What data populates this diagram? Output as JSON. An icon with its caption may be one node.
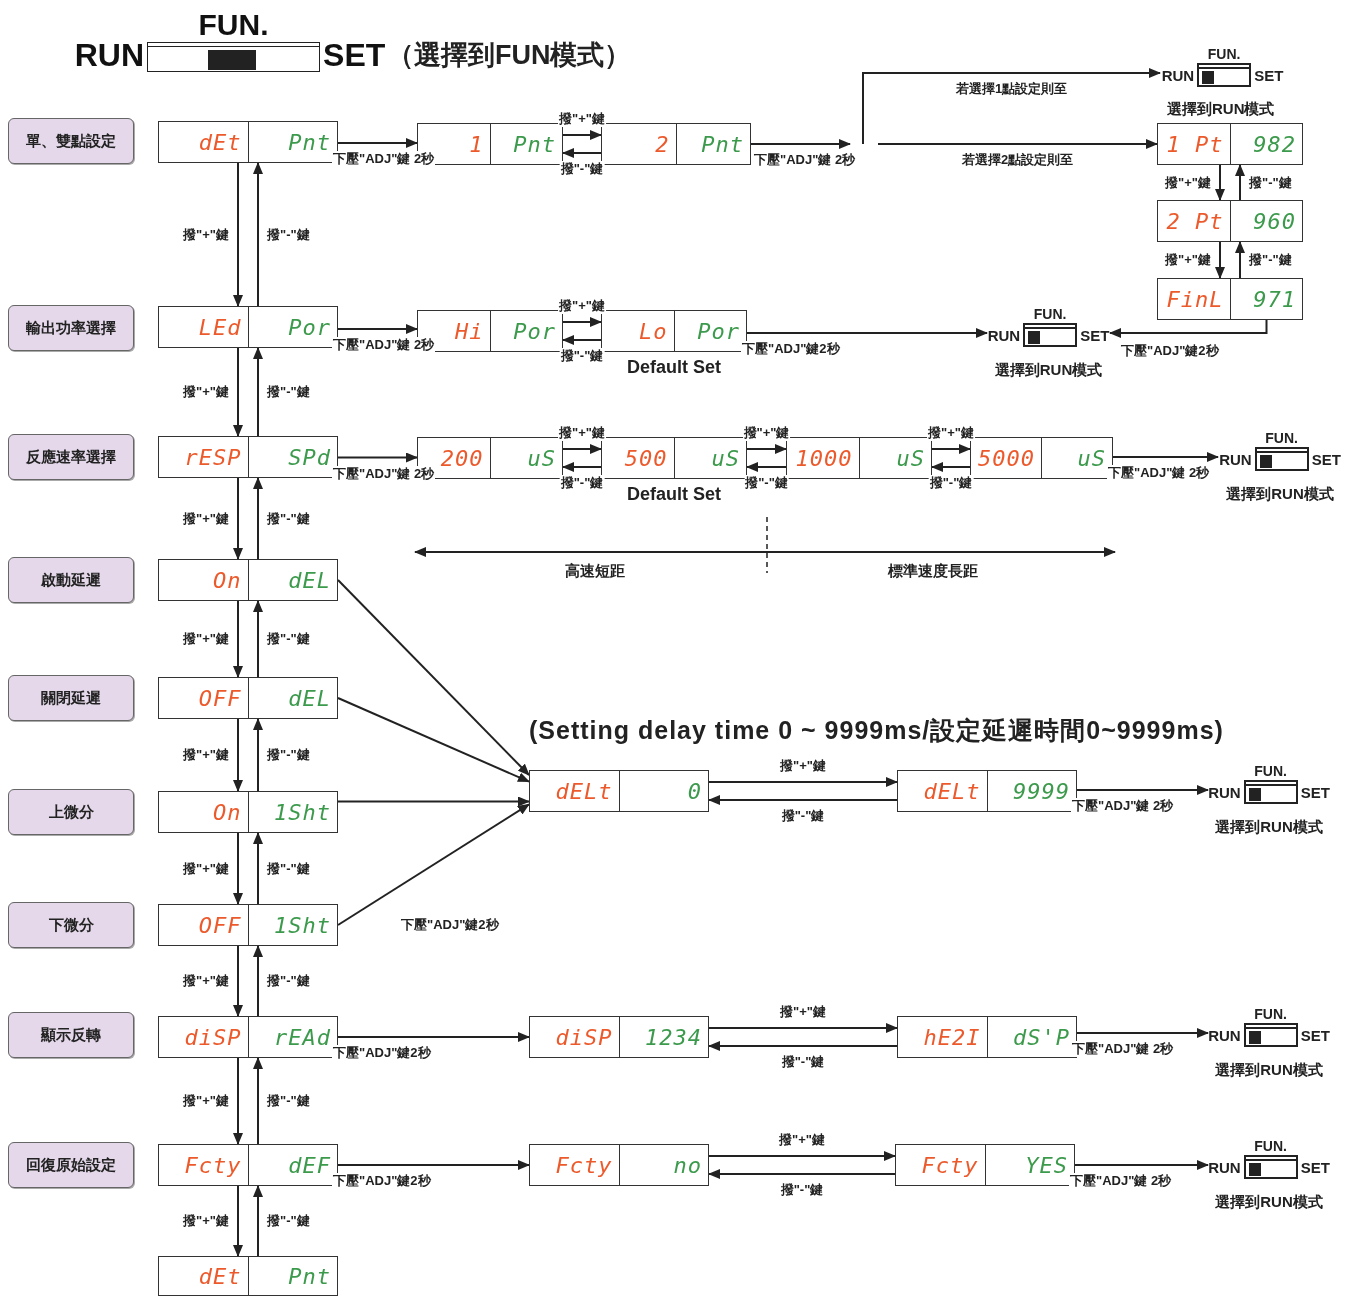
{
  "diagram": {
    "nodes": [
      {
        "text": [
          "FUN.",
          "RUN",
          "SET"
        ],
        "beside": [
          "（選擇到FUN模式）"
        ]
      },
      {
        "text": [
          "單、雙點設定"
        ]
      },
      {
        "text": [
          "dEt",
          "Pnt"
        ]
      },
      {
        "text": [
          "1",
          "Pnt"
        ]
      },
      {
        "text": [
          "2",
          "Pnt"
        ]
      },
      {
        "text": [
          "FUN.",
          "RUN",
          "SET"
        ]
      },
      {
        "text": [
          "1 Pt",
          "982"
        ]
      },
      {
        "text": [
          "2 Pt",
          "960"
        ]
      },
      {
        "text": [
          "FinL",
          "971"
        ]
      },
      {
        "text": [
          "輸出功率選擇"
        ]
      },
      {
        "text": [
          "LEd",
          "Por"
        ]
      },
      {
        "text": [
          "Hi",
          "Por"
        ]
      },
      {
        "text": [
          "Lo",
          "Por"
        ],
        "beside": [
          "Default Set"
        ]
      },
      {
        "text": [
          "FUN.",
          "RUN",
          "SET"
        ],
        "beside": [
          "選擇到RUN模式"
        ]
      },
      {
        "text": [
          "反應速率選擇"
        ]
      },
      {
        "text": [
          "rESP",
          "SPd"
        ]
      },
      {
        "text": [
          "200",
          "uS"
        ]
      },
      {
        "text": [
          "500",
          "uS"
        ],
        "beside": [
          "Default Set"
        ]
      },
      {
        "text": [
          "1000",
          "uS"
        ]
      },
      {
        "text": [
          "5000",
          "uS"
        ]
      },
      {
        "text": [
          "FUN.",
          "RUN",
          "SET"
        ],
        "beside": [
          "選擇到RUN模式"
        ]
      },
      {
        "text": [
          "啟動延遲"
        ]
      },
      {
        "text": [
          "On",
          "dEL"
        ]
      },
      {
        "text": [
          "關閉延遲"
        ]
      },
      {
        "text": [
          "OFF",
          "dEL"
        ]
      },
      {
        "text": [
          "dELt",
          "0"
        ]
      },
      {
        "text": [
          "dELt",
          "9999"
        ]
      },
      {
        "text": [
          "FUN.",
          "RUN",
          "SET"
        ],
        "beside": [
          "選擇到RUN模式"
        ]
      },
      {
        "text": [
          "上微分"
        ]
      },
      {
        "text": [
          "On",
          "1Sht"
        ]
      },
      {
        "text": [
          "下微分"
        ]
      },
      {
        "text": [
          "OFF",
          "1Sht"
        ]
      },
      {
        "text": [
          "顯示反轉"
        ]
      },
      {
        "text": [
          "diSP",
          "rEAd"
        ]
      },
      {
        "text": [
          "diSP",
          "1234"
        ]
      },
      {
        "text": [
          "hE2I",
          "dS'P"
        ]
      },
      {
        "text": [
          "FUN.",
          "RUN",
          "SET"
        ],
        "beside": [
          "選擇到RUN模式"
        ]
      },
      {
        "text": [
          "回復原始設定"
        ]
      },
      {
        "text": [
          "Fcty",
          "dEF"
        ]
      },
      {
        "text": [
          "Fcty",
          "no"
        ]
      },
      {
        "text": [
          "Fcty",
          "YES"
        ]
      },
      {
        "text": [
          "FUN.",
          "RUN",
          "SET"
        ],
        "beside": [
          "選擇到RUN模式"
        ]
      },
      {
        "text": [
          "dEt",
          "Pnt"
        ]
      }
    ],
    "edges": [
      {
        "from": 2,
        "to": 3,
        "arrow": "to",
        "label": "下壓\"ADJ\"鍵 2秒"
      },
      {
        "from": 3,
        "to": 4,
        "arrow": "to",
        "label": "撥\"+\"鍵"
      },
      {
        "from": 4,
        "to": 3,
        "arrow": "to",
        "label": "撥\"-\"鍵"
      },
      {
        "from": 4,
        "to": null,
        "arrow": "to",
        "label": "下壓\"ADJ\"鍵 2秒"
      },
      {
        "from": null,
        "to": 5,
        "arrow": "to",
        "label": "若選擇1點設定則至"
      },
      {
        "from": null,
        "to": 6,
        "arrow": "to",
        "label": "若選擇2點設定則至"
      },
      {
        "from": 6,
        "to": 7,
        "arrow": "to",
        "label": "撥\"+\"鍵"
      },
      {
        "from": 7,
        "to": 6,
        "arrow": "to",
        "label": "撥\"-\"鍵"
      },
      {
        "from": 7,
        "to": 8,
        "arrow": "to",
        "label": "撥\"+\"鍵"
      },
      {
        "from": 8,
        "to": 7,
        "arrow": "to",
        "label": "撥\"-\"鍵"
      },
      {
        "from": 8,
        "to": 13,
        "arrow": "to",
        "label": "下壓\"ADJ\"鍵2秒"
      },
      {
        "from": 2,
        "to": 10,
        "arrow": "to",
        "label": "撥\"+\"鍵"
      },
      {
        "from": 10,
        "to": 2,
        "arrow": "to",
        "label": "撥\"-\"鍵"
      },
      {
        "from": 10,
        "to": 11,
        "arrow": "to",
        "label": "下壓\"ADJ\"鍵 2秒"
      },
      {
        "from": 11,
        "to": 12,
        "arrow": "to",
        "label": "撥\"+\"鍵"
      },
      {
        "from": 12,
        "to": 11,
        "arrow": "to",
        "label": "撥\"-\"鍵"
      },
      {
        "from": 12,
        "to": 13,
        "arrow": "to",
        "label": "下壓\"ADJ\"鍵2秒"
      },
      {
        "from": 10,
        "to": 15,
        "arrow": "to",
        "label": "撥\"+\"鍵"
      },
      {
        "from": 15,
        "to": 10,
        "arrow": "to",
        "label": "撥\"-\"鍵"
      },
      {
        "from": 15,
        "to": 16,
        "arrow": "to",
        "label": "下壓\"ADJ\"鍵 2秒"
      },
      {
        "from": 16,
        "to": 17,
        "arrow": "to",
        "label": "撥\"+\"鍵"
      },
      {
        "from": 17,
        "to": 16,
        "arrow": "to",
        "label": "撥\"-\"鍵"
      },
      {
        "from": 17,
        "to": 18,
        "arrow": "to",
        "label": "撥\"+\"鍵"
      },
      {
        "from": 18,
        "to": 17,
        "arrow": "to",
        "label": "撥\"-\"鍵"
      },
      {
        "from": 18,
        "to": 19,
        "arrow": "to",
        "label": "撥\"+\"鍵"
      },
      {
        "from": 19,
        "to": 18,
        "arrow": "to",
        "label": "撥\"-\"鍵"
      },
      {
        "from": 19,
        "to": 20,
        "arrow": "to",
        "label": "下壓\"ADJ\"鍵 2秒"
      },
      {
        "from": 15,
        "to": 22,
        "arrow": "to",
        "label": "撥\"+\"鍵"
      },
      {
        "from": 22,
        "to": 15,
        "arrow": "to",
        "label": "撥\"-\"鍵"
      },
      {
        "from": 22,
        "to": 25,
        "arrow": "to"
      },
      {
        "from": 22,
        "to": 24,
        "arrow": "to",
        "label": "撥\"+\"鍵"
      },
      {
        "from": 24,
        "to": 22,
        "arrow": "to",
        "label": "撥\"-\"鍵"
      },
      {
        "from": 24,
        "to": 25,
        "arrow": "to"
      },
      {
        "from": 25,
        "to": 26,
        "arrow": "to",
        "label": "撥\"+\"鍵"
      },
      {
        "from": 26,
        "to": 25,
        "arrow": "to",
        "label": "撥\"-\"鍵"
      },
      {
        "from": 26,
        "to": 27,
        "arrow": "to",
        "label": "下壓\"ADJ\"鍵 2秒"
      },
      {
        "from": 24,
        "to": 29,
        "arrow": "to",
        "label": "撥\"+\"鍵"
      },
      {
        "from": 29,
        "to": 24,
        "arrow": "to",
        "label": "撥\"-\"鍵"
      },
      {
        "from": 29,
        "to": 25,
        "arrow": "to"
      },
      {
        "from": 29,
        "to": 31,
        "arrow": "to",
        "label": "撥\"+\"鍵"
      },
      {
        "from": 31,
        "to": 29,
        "arrow": "to",
        "label": "撥\"-\"鍵"
      },
      {
        "from": 31,
        "to": 25,
        "arrow": "to",
        "label": "下壓\"ADJ\"鍵2秒"
      },
      {
        "from": 31,
        "to": 33,
        "arrow": "to",
        "label": "撥\"+\"鍵"
      },
      {
        "from": 33,
        "to": 31,
        "arrow": "to",
        "label": "撥\"-\"鍵"
      },
      {
        "from": 33,
        "to": 34,
        "arrow": "to",
        "label": "下壓\"ADJ\"鍵2秒"
      },
      {
        "from": 34,
        "to": 35,
        "arrow": "to",
        "label": "撥\"+\"鍵"
      },
      {
        "from": 35,
        "to": 34,
        "arrow": "to",
        "label": "撥\"-\"鍵"
      },
      {
        "from": 35,
        "to": 36,
        "arrow": "to",
        "label": "下壓\"ADJ\"鍵 2秒"
      },
      {
        "from": 33,
        "to": 38,
        "arrow": "to",
        "label": "撥\"+\"鍵"
      },
      {
        "from": 38,
        "to": 33,
        "arrow": "to",
        "label": "撥\"-\"鍵"
      },
      {
        "from": 38,
        "to": 39,
        "arrow": "to",
        "label": "下壓\"ADJ\"鍵2秒"
      },
      {
        "from": 39,
        "to": 40,
        "arrow": "to",
        "label": "撥\"+\"鍵"
      },
      {
        "from": 40,
        "to": 39,
        "arrow": "to",
        "label": "撥\"-\"鍵"
      },
      {
        "from": 40,
        "to": 41,
        "arrow": "to",
        "label": "下壓\"ADJ\"鍵 2秒"
      },
      {
        "from": 38,
        "to": 42,
        "arrow": "to",
        "label": "撥\"+\"鍵"
      },
      {
        "from": 42,
        "to": 38,
        "arrow": "to",
        "label": "撥\"-\"鍵"
      }
    ],
    "labels": [
      "選擇到RUN模式",
      "(Setting delay time 0 ~ 9999ms/設定延遲時間0~9999ms)",
      "高速短距",
      "標準速度長距"
    ]
  }
}
